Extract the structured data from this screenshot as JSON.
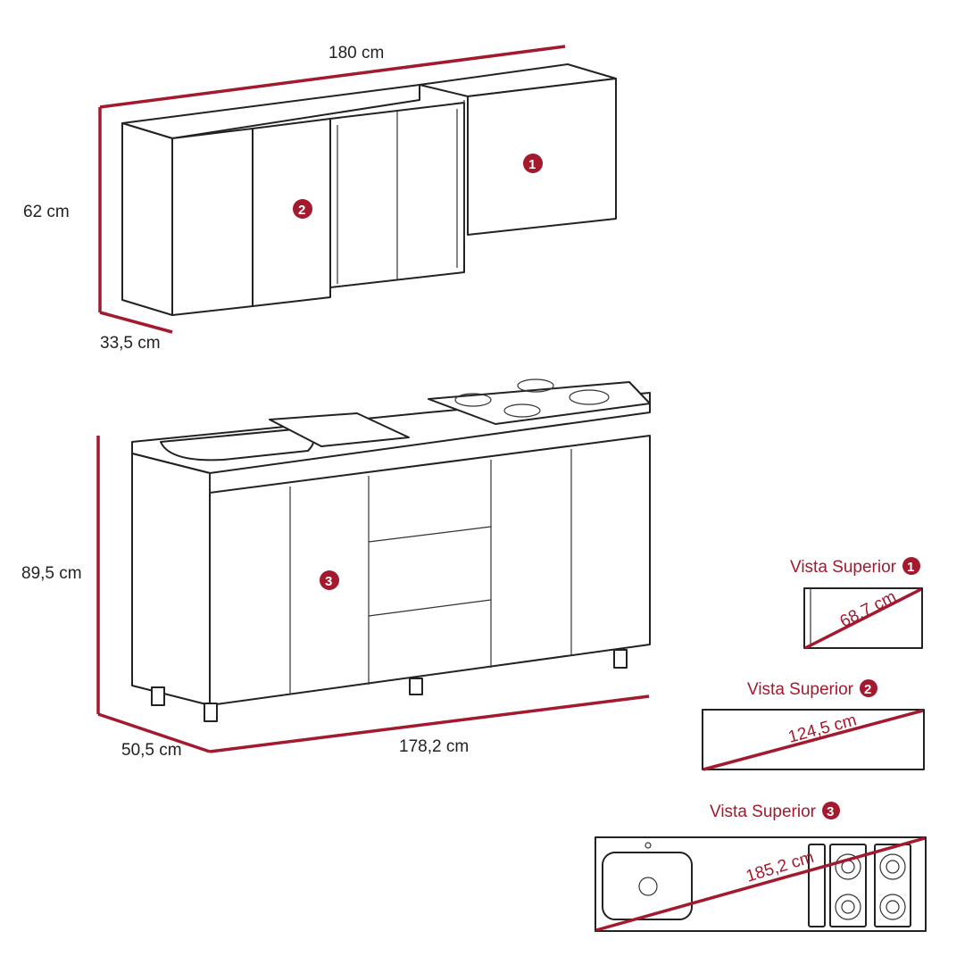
{
  "colors": {
    "accent": "#a3192e",
    "line": "#222222"
  },
  "dimensions": {
    "upper_width": "180 cm",
    "upper_height": "62 cm",
    "upper_depth": "33,5 cm",
    "lower_height": "89,5 cm",
    "lower_depth": "50,5 cm",
    "lower_width": "178,2 cm"
  },
  "badges": {
    "one": "1",
    "two": "2",
    "three": "3"
  },
  "top_views": [
    {
      "title": "Vista Superior",
      "badge": "1",
      "diagonal": "68,7 cm"
    },
    {
      "title": "Vista Superior",
      "badge": "2",
      "diagonal": "124,5 cm"
    },
    {
      "title": "Vista Superior",
      "badge": "3",
      "diagonal": "185,2 cm"
    }
  ]
}
